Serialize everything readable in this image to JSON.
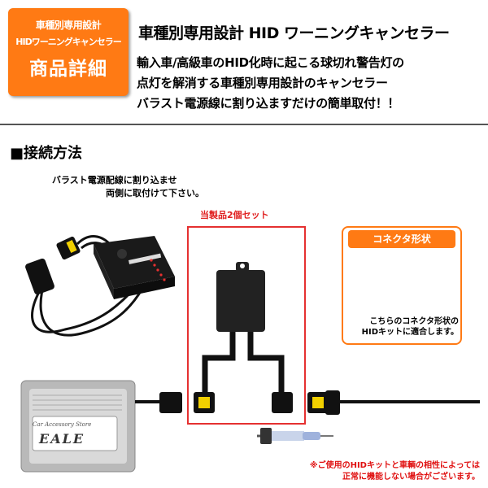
{
  "badge": {
    "line1": "車種別専用設計",
    "line2": "HIDワーニングキャンセラー",
    "line3": "商品詳細"
  },
  "title": "車種別専用設計 HID ワーニングキャンセラー",
  "description": [
    "輸入車/高級車のHID化時に起こる球切れ警告灯の",
    "点灯を解消する車種別専用設計のキャンセラー",
    "バラスト電源線に割り込ますだけの簡単取付！！"
  ],
  "section_title": "■接続方法",
  "install_note": [
    "バラスト電源配線に割り込ませ",
    "両側に取付けて下さい。"
  ],
  "set_label": "当製品2個セット",
  "connector": {
    "label": "コネクタ形状",
    "text": [
      "こちらのコネクタ形状の",
      "HIDキットに適合します。"
    ]
  },
  "ballast": {
    "sub": "Car Accessory Store",
    "logo": "EALE"
  },
  "warning": [
    "※ご使用のHIDキットと車輌の相性によっては",
    "正常に機能しない場合がございます。"
  ],
  "colors": {
    "accent": "#ff7a14",
    "frame": "#e53030",
    "warning": "#e01010"
  }
}
